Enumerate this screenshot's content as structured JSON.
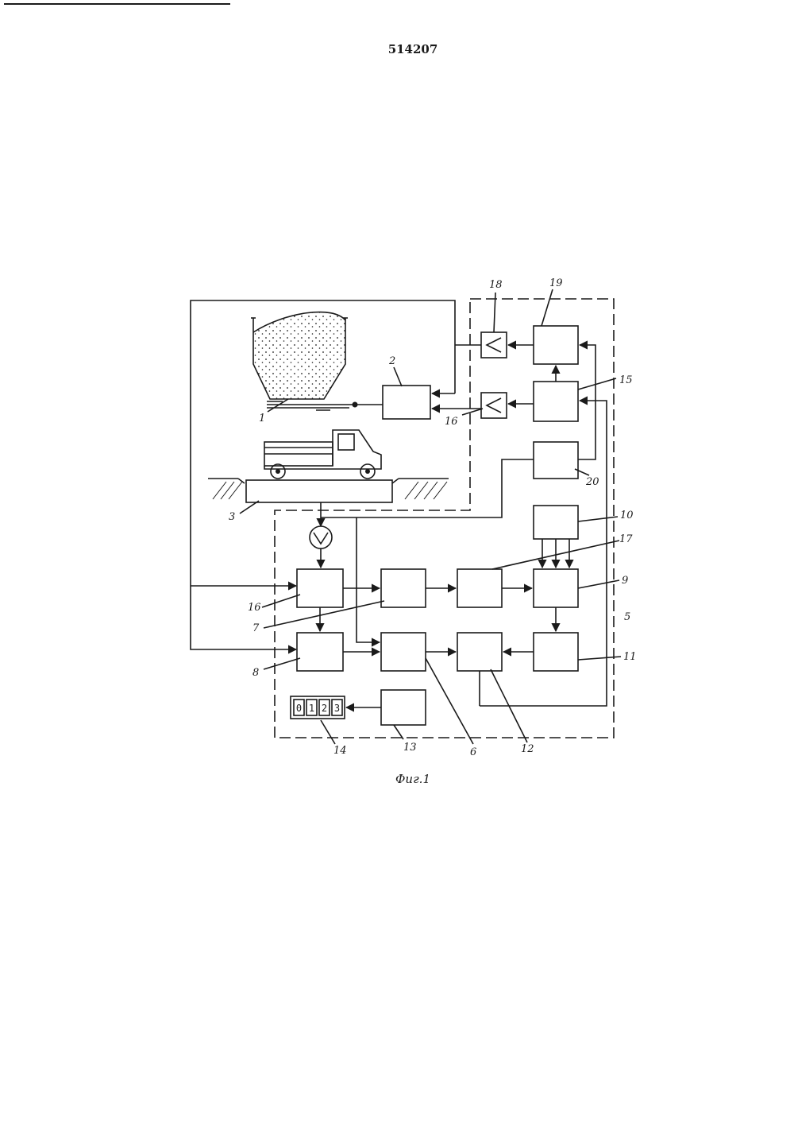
{
  "document": {
    "patent_number": "514207",
    "figure_caption": "Фиг.1"
  },
  "labels": {
    "l1": "1",
    "l2": "2",
    "l3": "3",
    "l5": "5",
    "l6": "6",
    "l7": "7",
    "l8": "8",
    "l9": "9",
    "l10": "10",
    "l11": "11",
    "l12": "12",
    "l13": "13",
    "l14": "14",
    "l15": "15",
    "l16a": "16",
    "l16b": "16",
    "l17": "17",
    "l18": "18",
    "l19": "19",
    "l20": "20"
  },
  "counter_display": {
    "d0": "0",
    "d1": "1",
    "d2": "2",
    "d3": "3"
  }
}
